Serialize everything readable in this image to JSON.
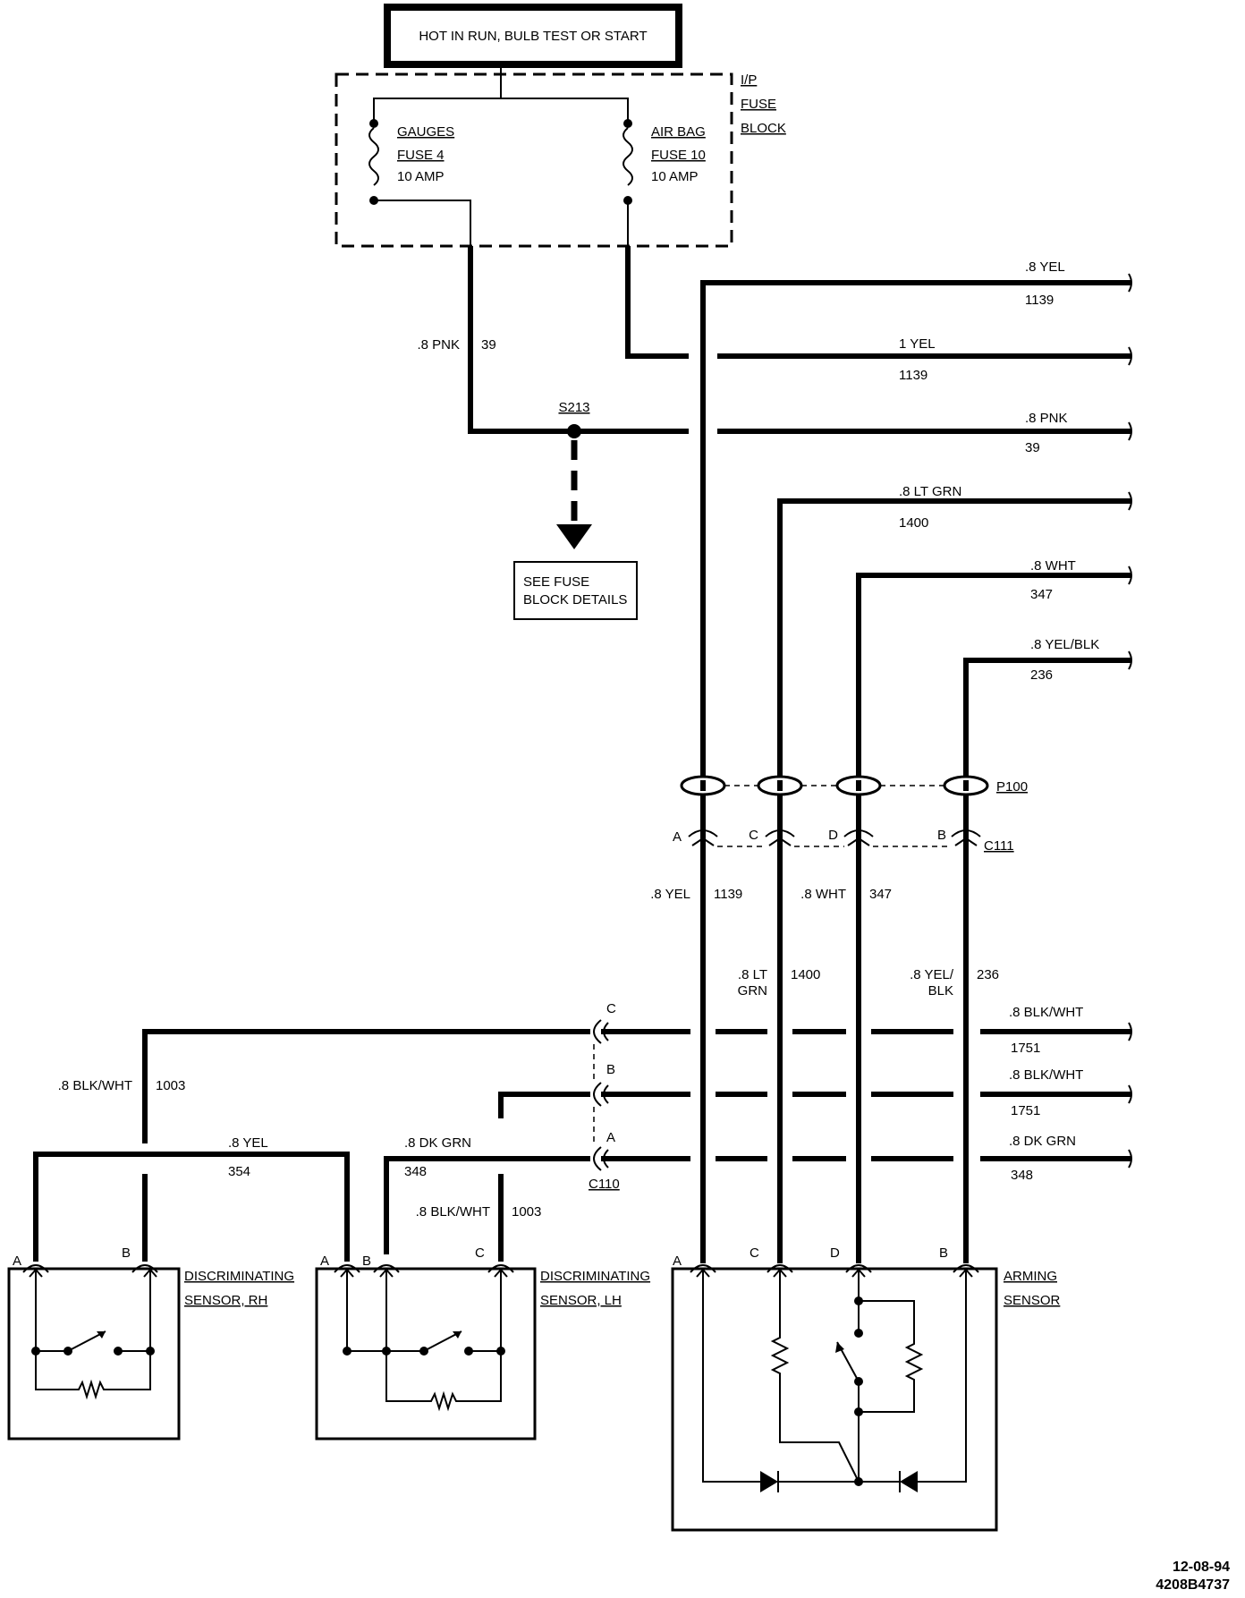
{
  "title_box": "HOT IN RUN, BULB TEST OR START",
  "fuse_block": {
    "label_lines": [
      "I/P",
      "FUSE",
      "BLOCK"
    ],
    "gauges_fuse": [
      "GAUGES",
      "FUSE 4",
      "10 AMP"
    ],
    "airbag_fuse": [
      "AIR BAG",
      "FUSE 10",
      "10 AMP"
    ]
  },
  "splice": "S213",
  "see_details": [
    "SEE FUSE",
    "BLOCK DETAILS"
  ],
  "left_wire": {
    "color": ".8 PNK",
    "circuit": "39"
  },
  "right_wires": [
    {
      "color": ".8 YEL",
      "circuit": "1139"
    },
    {
      "color": "1 YEL",
      "circuit": "1139"
    },
    {
      "color": ".8 PNK",
      "circuit": "39"
    },
    {
      "color": ".8 LT GRN",
      "circuit": "1400"
    },
    {
      "color": ".8 WHT",
      "circuit": "347"
    },
    {
      "color": ".8 YEL/BLK",
      "circuit": "236"
    },
    {
      "color": ".8 BLK/WHT",
      "circuit": "1751"
    },
    {
      "color": ".8 BLK/WHT",
      "circuit": "1751"
    },
    {
      "color": ".8 DK GRN",
      "circuit": "348"
    }
  ],
  "connectors": {
    "p100": "P100",
    "c111": "C111",
    "c110": "C110",
    "c111_pins": [
      "A",
      "C",
      "D",
      "B"
    ],
    "c110_pins": [
      "C",
      "B",
      "A"
    ]
  },
  "vertical_labels": {
    "yel_color": ".8 YEL",
    "yel_circuit": "1139",
    "wht_color": ".8 WHT",
    "wht_circuit": "347",
    "ltgrn_color": [
      ".8 LT",
      "GRN"
    ],
    "ltgrn_circuit": "1400",
    "yelblk_color": [
      ".8 YEL/",
      "BLK"
    ],
    "yelblk_circuit": "236"
  },
  "sensor_wires": {
    "blkwht_left": {
      "color": ".8 BLK/WHT",
      "circuit": "1003"
    },
    "yel": {
      "color": ".8 YEL",
      "circuit": "354"
    },
    "dkgrn": {
      "color": ".8 DK GRN",
      "circuit": "348"
    },
    "blkwht_mid": {
      "color": ".8 BLK/WHT",
      "circuit": "1003"
    }
  },
  "sensors": {
    "rh": {
      "name": [
        "DISCRIMINATING",
        "SENSOR, RH"
      ],
      "pins": [
        "A",
        "B"
      ]
    },
    "lh": {
      "name": [
        "DISCRIMINATING",
        "SENSOR, LH"
      ],
      "pins": [
        "A",
        "B",
        "C"
      ]
    },
    "arming": {
      "name": [
        "ARMING",
        "SENSOR"
      ],
      "pins": [
        "A",
        "C",
        "D",
        "B"
      ]
    }
  },
  "footer": {
    "date": "12-08-94",
    "code": "4208B4737"
  }
}
